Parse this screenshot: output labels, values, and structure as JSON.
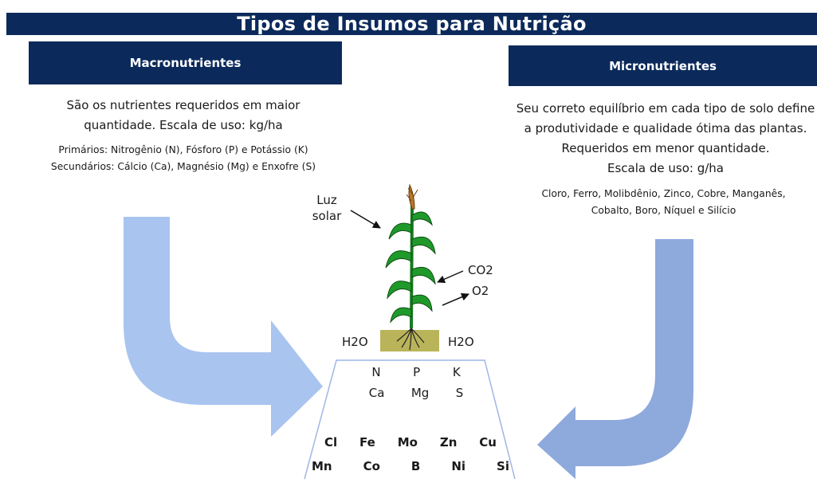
{
  "title": "Tipos de Insumos para Nutrição",
  "macro": {
    "header": "Macronutrientes",
    "line1": "São os nutrientes requeridos em maior",
    "line2": "quantidade. Escala de uso: kg/ha",
    "sub1": "Primários: Nitrogênio (N), Fósforo (P) e Potássio (K)",
    "sub2": "Secundários: Cálcio (Ca), Magnésio (Mg) e Enxofre (S)"
  },
  "micro": {
    "header": "Micronutrientes",
    "line1": "Seu correto equilíbrio em cada tipo de solo define",
    "line2": "a produtividade e qualidade ótima das plantas.",
    "line3": "Requeridos em menor quantidade.",
    "line4": "Escala de uso: g/ha",
    "sub1": "Cloro, Ferro, Molibdênio, Zinco, Cobre, Manganês,",
    "sub2": "Cobalto, Boro, Níquel e Silício"
  },
  "plant": {
    "luz_line1": "Luz",
    "luz_line2": "solar",
    "co2": "CO2",
    "o2": "O2",
    "h2o_left": "H2O",
    "h2o_right": "H2O"
  },
  "soil": {
    "primary": [
      "N",
      "P",
      "K"
    ],
    "secondary": [
      "Ca",
      "Mg",
      "S"
    ],
    "micro_row1": [
      "Cl",
      "Fe",
      "Mo",
      "Zn",
      "Cu"
    ],
    "micro_row2": [
      "Mn",
      "Co",
      "B",
      "Ni",
      "Si"
    ]
  },
  "colors": {
    "navy": "#0b2a5b",
    "arrow_left": "#a9c4ef",
    "arrow_right": "#8ea9db",
    "soil_block": "#b9b45a",
    "leaf": "#1f9a2a",
    "trapezoid_stroke": "#9fb6e6"
  },
  "icons": {
    "plant": "corn-plant-icon"
  }
}
